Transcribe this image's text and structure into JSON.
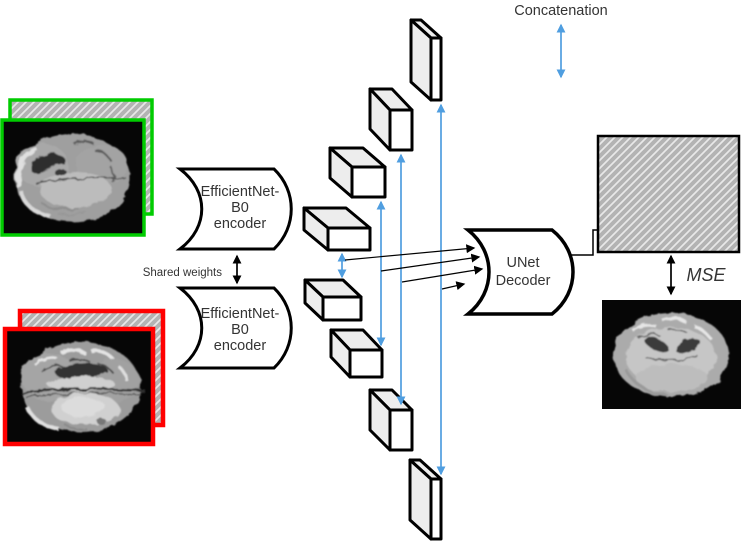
{
  "diagram": {
    "legend": {
      "concatenation_label": "Concatenation"
    },
    "encoder_top": {
      "line1": "EfficientNet-",
      "line2": "B0",
      "line3": "encoder"
    },
    "encoder_bottom": {
      "line1": "EfficientNet-",
      "line2": "B0",
      "line3": "encoder"
    },
    "shared_weights_label": "Shared weights",
    "decoder": {
      "line1": "UNet",
      "line2": "Decoder"
    },
    "loss_label": "MSE"
  },
  "icons": {
    "input_top": "brain-mri-axial-slice",
    "input_bottom": "brain-mri-axial-slice",
    "output": "reconstructed-brain-mri-axial-slice"
  },
  "colors": {
    "input_top_border": "#00cc00",
    "input_bottom_border": "#ff0000",
    "concat_arrow": "#4f9ee0",
    "hatch_fill": "#b3b3b3",
    "hatch_line": "#e8e8e8",
    "shape_outline": "#000000",
    "box_face": "#ffffff",
    "box_shade": "#ededed",
    "background": "#ffffff"
  }
}
